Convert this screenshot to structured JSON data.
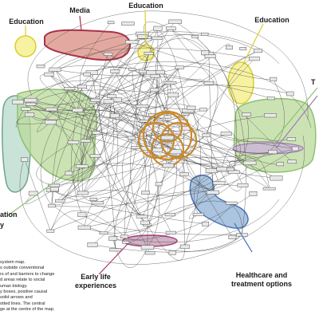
{
  "categories": {
    "media": "Media",
    "education_left": "Education",
    "education_top": "Education",
    "education_right": "Education",
    "early_life": "Early life experiences",
    "healthcare": "Healthcare and treatment options",
    "partial_right": "T",
    "partial_left_1": "ation",
    "partial_left_2": "y"
  },
  "note_lines": [
    "system map.",
    "s outside conventional",
    "rs of and barriers to change",
    "d areas relate to social",
    "uman biology.",
    "y boxes, positive causal",
    "solid arrows and",
    "otted lines. The central",
    "ge at the centre of the map."
  ],
  "colors": {
    "media_fill": "#d98c80",
    "media_stroke": "#a8324a",
    "education_fill": "#f4ef8a",
    "education_stroke": "#d8cf2a",
    "green_fill": "#b9d99a",
    "green_stroke": "#8fbf72",
    "teal_fill": "#bcdccf",
    "teal_stroke": "#6fa48f",
    "blue_fill": "#8fb0d6",
    "blue_stroke": "#4e76b8",
    "early_fill": "#c9a3b9",
    "early_stroke": "#a43d78",
    "purple_fill": "#cdb6d8",
    "purple_stroke": "#9e79b3",
    "core_stroke": "#c98a2c",
    "line": "#444444",
    "node_fill": "#e9e9e9",
    "node_stroke": "#555555"
  }
}
